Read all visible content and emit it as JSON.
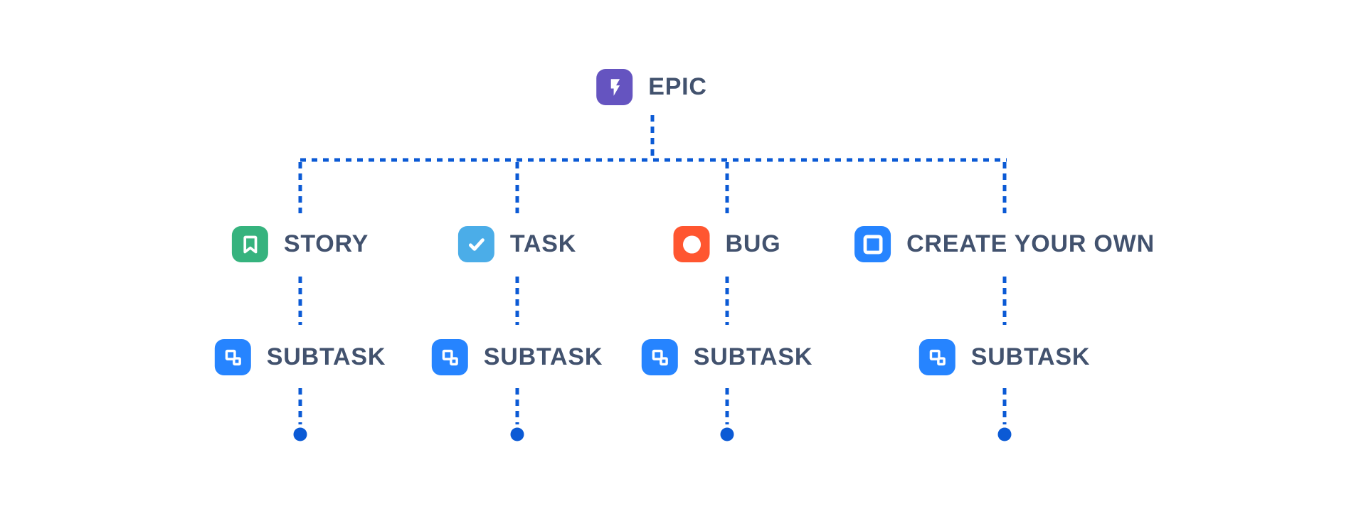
{
  "diagram": {
    "description": "Issue type hierarchy tree: EPIC branches to STORY, TASK, BUG and CREATE YOUR OWN; each branch leads to a SUBTASK ending in a dot",
    "background_color": "#ffffff",
    "connector_color": "#0B5AD5",
    "connector_style": "dashed",
    "label_color": "#42526E",
    "glyph_color": "#ffffff"
  },
  "hierarchy": {
    "level1": [
      "EPIC"
    ],
    "level2": [
      "STORY",
      "TASK",
      "BUG",
      "CREATE YOUR OWN"
    ],
    "level3": [
      "SUBTASK",
      "SUBTASK",
      "SUBTASK",
      "SUBTASK"
    ]
  },
  "nodes": {
    "epic": {
      "label": "EPIC",
      "icon": "lightning-bolt-icon",
      "color": "#6554C0"
    },
    "story": {
      "label": "STORY",
      "icon": "bookmark-icon",
      "color": "#36B37E"
    },
    "task": {
      "label": "TASK",
      "icon": "checkmark-icon",
      "color": "#4BADE8"
    },
    "bug": {
      "label": "BUG",
      "icon": "filled-circle-icon",
      "color": "#FF5630"
    },
    "create_your_own": {
      "label": "CREATE YOUR OWN",
      "icon": "square-outline-icon",
      "color": "#2684FF"
    },
    "subtask": {
      "label": "SUBTASK",
      "icon": "subtask-squares-icon",
      "color": "#2684FF"
    }
  }
}
